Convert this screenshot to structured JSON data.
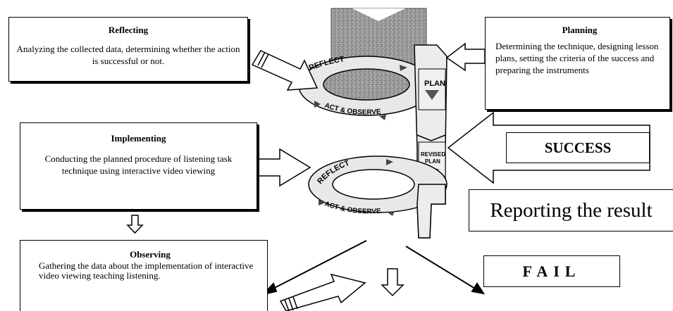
{
  "boxes": {
    "reflecting": {
      "title": "Reflecting",
      "text": "Analyzing the collected data, determining whether the action is successful or not."
    },
    "planning": {
      "title": "Planning",
      "text": "Determining the technique, designing lesson plans, setting the criteria of the success and preparing the instruments"
    },
    "implementing": {
      "title": "Implementing",
      "text": "Conducting the planned procedure of listening task technique using interactive video viewing"
    },
    "observing": {
      "title": "Observing",
      "text": "Gathering the data about the implementation of interactive video viewing teaching listening."
    },
    "success": "SUCCESS",
    "reporting": "Reporting the result",
    "fail": "FAIL"
  },
  "cycle_labels": {
    "reflect_1": "REFLECT",
    "plan": "PLAN",
    "act_observe_1": "ACT & OBSERVE",
    "reflect_2": "REFLECT",
    "revised_1": "REVISED",
    "revised_2": "PLAN",
    "act_observe_2": "ACT & OBSERVE"
  }
}
